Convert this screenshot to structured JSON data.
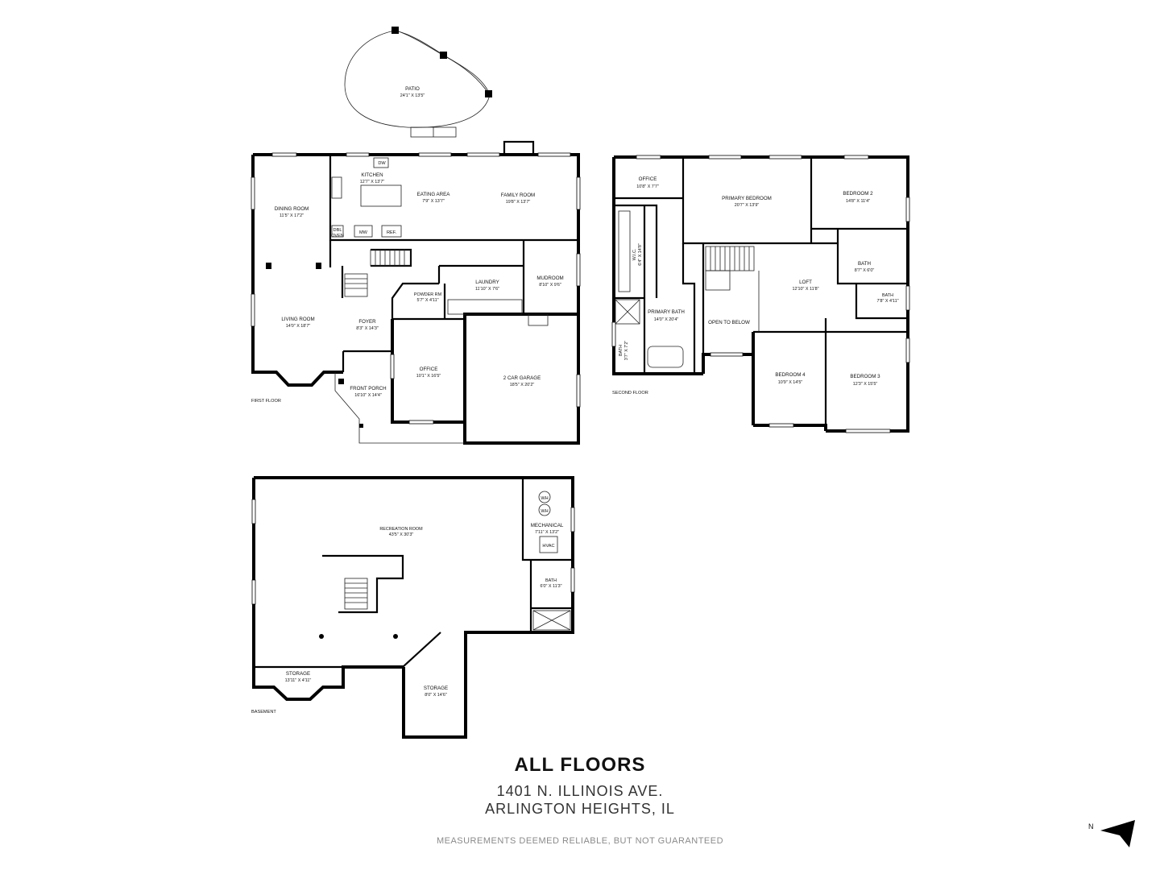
{
  "title": "ALL FLOORS",
  "address_line1": "1401 N. ILLINOIS AVE.",
  "address_line2": "ARLINGTON HEIGHTS, IL",
  "disclaimer": "MEASUREMENTS DEEMED RELIABLE, BUT NOT GUARANTEED",
  "north_label": "N",
  "floors": {
    "first": {
      "label": "FIRST FLOOR",
      "rooms": {
        "patio": {
          "name": "PATIO",
          "dims": "24'1\" X 13'5\""
        },
        "kitchen": {
          "name": "KITCHEN",
          "dims": "12'7\" X 13'7\""
        },
        "eating": {
          "name": "EATING AREA",
          "dims": "7'9\" X 13'7\""
        },
        "family": {
          "name": "FAMILY ROOM",
          "dims": "19'8\" X 13'7\""
        },
        "dining": {
          "name": "DINING ROOM",
          "dims": "11'5\" X 17'2\""
        },
        "laundry": {
          "name": "LAUNDRY",
          "dims": "11'10\" X 7'6\""
        },
        "mudroom": {
          "name": "MUDROOM",
          "dims": "8'10\" X 9'6\""
        },
        "powder": {
          "name": "POWDER RM",
          "dims": "5'7\" X 4'11\""
        },
        "living": {
          "name": "LIVING ROOM",
          "dims": "14'0\" X 18'7\""
        },
        "foyer": {
          "name": "FOYER",
          "dims": "8'3\" X 14'3\""
        },
        "office": {
          "name": "OFFICE",
          "dims": "10'1\" X 16'5\""
        },
        "garage": {
          "name": "2 CAR GARAGE",
          "dims": "18'5\" X 20'2\""
        },
        "porch": {
          "name": "FRONT PORCH",
          "dims": "16'10\" X 14'4\""
        }
      },
      "fixtures": {
        "dw": "DW",
        "mw": "MW",
        "ref": "REF.",
        "dbl": "DBL",
        "oven": "OVEN"
      }
    },
    "second": {
      "label": "SECOND FLOOR",
      "rooms": {
        "office": {
          "name": "OFFICE",
          "dims": "10'8\" X 7'7\""
        },
        "primary_bed": {
          "name": "PRIMARY BEDROOM",
          "dims": "20'7\" X 13'9\""
        },
        "bed2": {
          "name": "BEDROOM 2",
          "dims": "14'8\" X 11'4\""
        },
        "wic": {
          "name": "W.I.C.",
          "dims": "6'4\" X 14'8\""
        },
        "bath_a": {
          "name": "BATH",
          "dims": "8'7\" X 6'0\""
        },
        "bath_b": {
          "name": "BATH",
          "dims": "7'8\" X 4'11\""
        },
        "loft": {
          "name": "LOFT",
          "dims": "12'10\" X 11'8\""
        },
        "primary_bath": {
          "name": "PRIMARY BATH",
          "dims": "14'0\" X 20'4\""
        },
        "open_below": {
          "name": "OPEN TO BELOW",
          "dims": ""
        },
        "bath_c": {
          "name": "BATH",
          "dims": "3'7\" X 7'2\""
        },
        "bed4": {
          "name": "BEDROOM 4",
          "dims": "10'9\" X 14'5\""
        },
        "bed3": {
          "name": "BEDROOM 3",
          "dims": "12'3\" X 15'5\""
        }
      }
    },
    "basement": {
      "label": "BASEMENT",
      "rooms": {
        "rec": {
          "name": "RECREATION ROOM",
          "dims": "43'5\" X 30'3\""
        },
        "mech": {
          "name": "MECHANICAL",
          "dims": "7'11\" X 13'2\""
        },
        "bath": {
          "name": "BATH",
          "dims": "6'0\" X 11'3\""
        },
        "storage1": {
          "name": "STORAGE",
          "dims": "13'11\" X 4'11\""
        },
        "storage2": {
          "name": "STORAGE",
          "dims": "8'0\" X 14'6\""
        }
      },
      "fixtures": {
        "wh1": "WH",
        "wh2": "WH",
        "hvac": "HVAC"
      }
    }
  }
}
